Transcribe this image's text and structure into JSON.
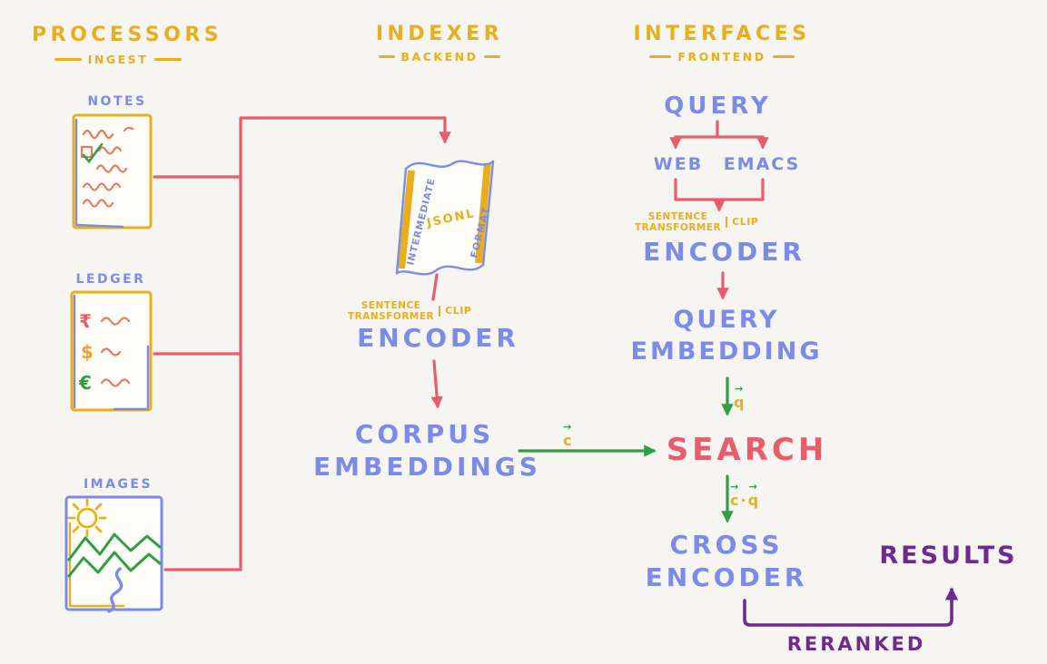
{
  "colors": {
    "bg": "#f7f5f1",
    "paper": "#fffdf8",
    "gold": "#e9ae1c",
    "blue": "#7b8be8",
    "red": "#e75d6d",
    "salmon": "#e87a63",
    "green": "#2f9e44",
    "purple": "#6f2a8f",
    "orange": "#f0a030"
  },
  "headers": {
    "processors": {
      "title": "PROCESSORS",
      "subtitle": "INGEST"
    },
    "indexer": {
      "title": "INDEXER",
      "subtitle": "BACKEND"
    },
    "interfaces": {
      "title": "INTERFACES",
      "subtitle": "FRONTEND"
    }
  },
  "processors": {
    "notes_label": "NOTES",
    "ledger_label": "LEDGER",
    "images_label": "IMAGES",
    "ledger_currencies": [
      "₹",
      "$",
      "€"
    ]
  },
  "indexer": {
    "scroll": {
      "left_text": "INTERMEDIATE",
      "center_text": "JSONL",
      "right_text": "FORMAT"
    },
    "encoder_model": {
      "line1": "SENTENCE",
      "line2": "TRANSFORMER",
      "alt": "CLIP"
    },
    "encoder_label": "ENCODER",
    "corpus": {
      "line1": "CORPUS",
      "line2": "EMBEDDINGS"
    }
  },
  "interfaces": {
    "query_label": "QUERY",
    "clients": {
      "web": "WEB",
      "emacs": "EMACS"
    },
    "encoder_model": {
      "line1": "SENTENCE",
      "line2": "TRANSFORMER",
      "alt": "CLIP"
    },
    "encoder_label": "ENCODER",
    "query_embedding": {
      "line1": "QUERY",
      "line2": "EMBEDDING"
    },
    "search_label": "SEARCH",
    "cross_encoder": {
      "line1": "CROSS",
      "line2": "ENCODER"
    },
    "results_label": "RESULTS",
    "reranked_label": "RERANKED"
  },
  "vectors": {
    "arrow_glyph": "→",
    "corpus": "c",
    "query": "q",
    "dot": "·"
  }
}
